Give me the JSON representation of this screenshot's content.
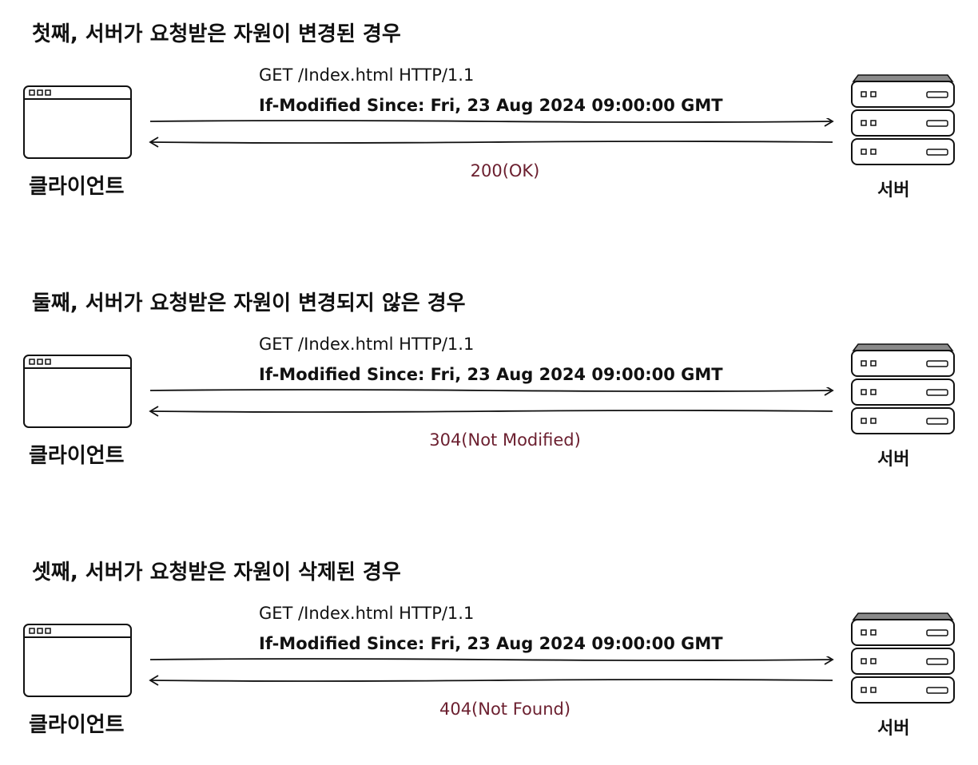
{
  "request": {
    "line": "GET /Index.html HTTP/1.1",
    "header": "If-Modified Since: Fri, 23 Aug 2024 09:00:00 GMT"
  },
  "labels": {
    "client": "클라이언트",
    "server": "서버"
  },
  "scenarios": [
    {
      "title": "첫째, 서버가 요청받은 자원이 변경된 경우",
      "response": "200(OK)"
    },
    {
      "title": "둘째, 서버가 요청받은 자원이 변경되지 않은 경우",
      "response": "304(Not Modified)"
    },
    {
      "title": "셋째, 서버가 요청받은 자원이 삭제된 경우",
      "response": "404(Not Found)"
    }
  ],
  "colors": {
    "status_text": "#6b1f2f",
    "line": "#111111",
    "server_top": "#8a8a8a"
  }
}
